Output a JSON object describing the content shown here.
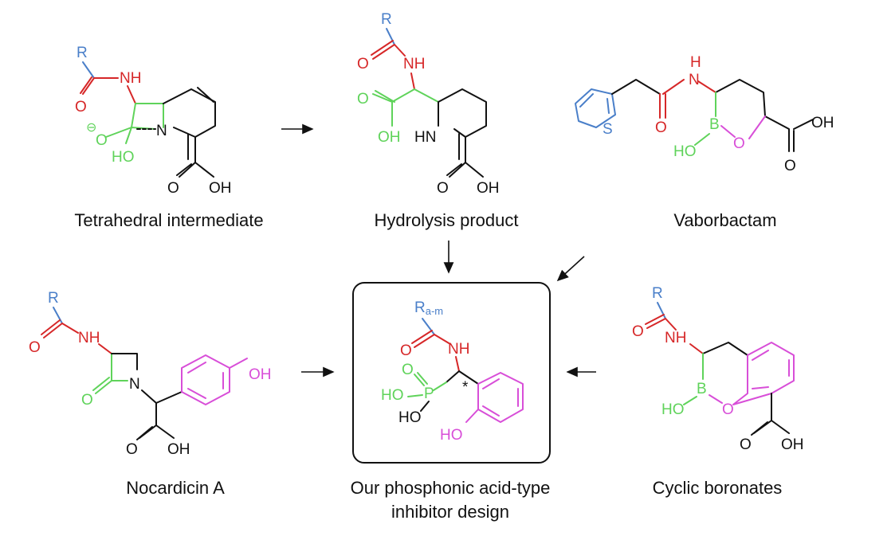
{
  "colors": {
    "black": "#111111",
    "red": "#d62728",
    "blue": "#4a7fc9",
    "green": "#5fd35a",
    "magenta": "#d84ed8"
  },
  "captions": {
    "tetrahedral": "Tetrahedral intermediate",
    "hydrolysis": "Hydrolysis product",
    "vaborbactam": "Vaborbactam",
    "nocardicin": "Nocardicin A",
    "design_line1": "Our phosphonic acid-type",
    "design_line2": "inhibitor design",
    "boronates": "Cyclic boronates"
  },
  "labels": {
    "R": "R",
    "R_am": "R",
    "R_am_sub": "a-m",
    "NH": "NH",
    "N": "N",
    "H": "H",
    "HN": "HN",
    "O": "O",
    "OH": "OH",
    "HO": "HO",
    "S": "S",
    "B": "B",
    "P": "P",
    "star": "*",
    "minus": "⊖"
  }
}
